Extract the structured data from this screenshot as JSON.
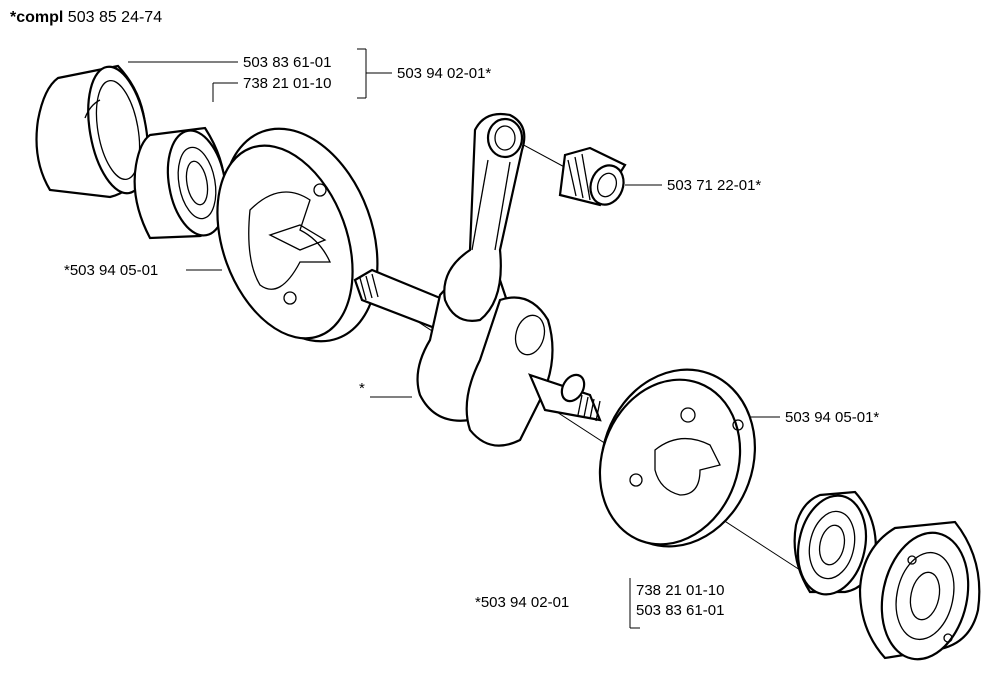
{
  "title": {
    "prefix": "*compl",
    "number": "503 85 24-74"
  },
  "labels": {
    "top_bearing_part": "503 83 61-01",
    "top_seal_part": "738 21 01-10",
    "top_group": "503 94 02-01*",
    "needle_bearing": "503 71 22-01*",
    "left_flywheel_half": "*503 94 05-01",
    "crankshaft": "*",
    "right_flywheel_half": "503 94 05-01*",
    "bottom_group": "*503 94 02-01",
    "bottom_seal_part": "738 21 01-10",
    "bottom_bearing_part": "503 83 61-01"
  }
}
